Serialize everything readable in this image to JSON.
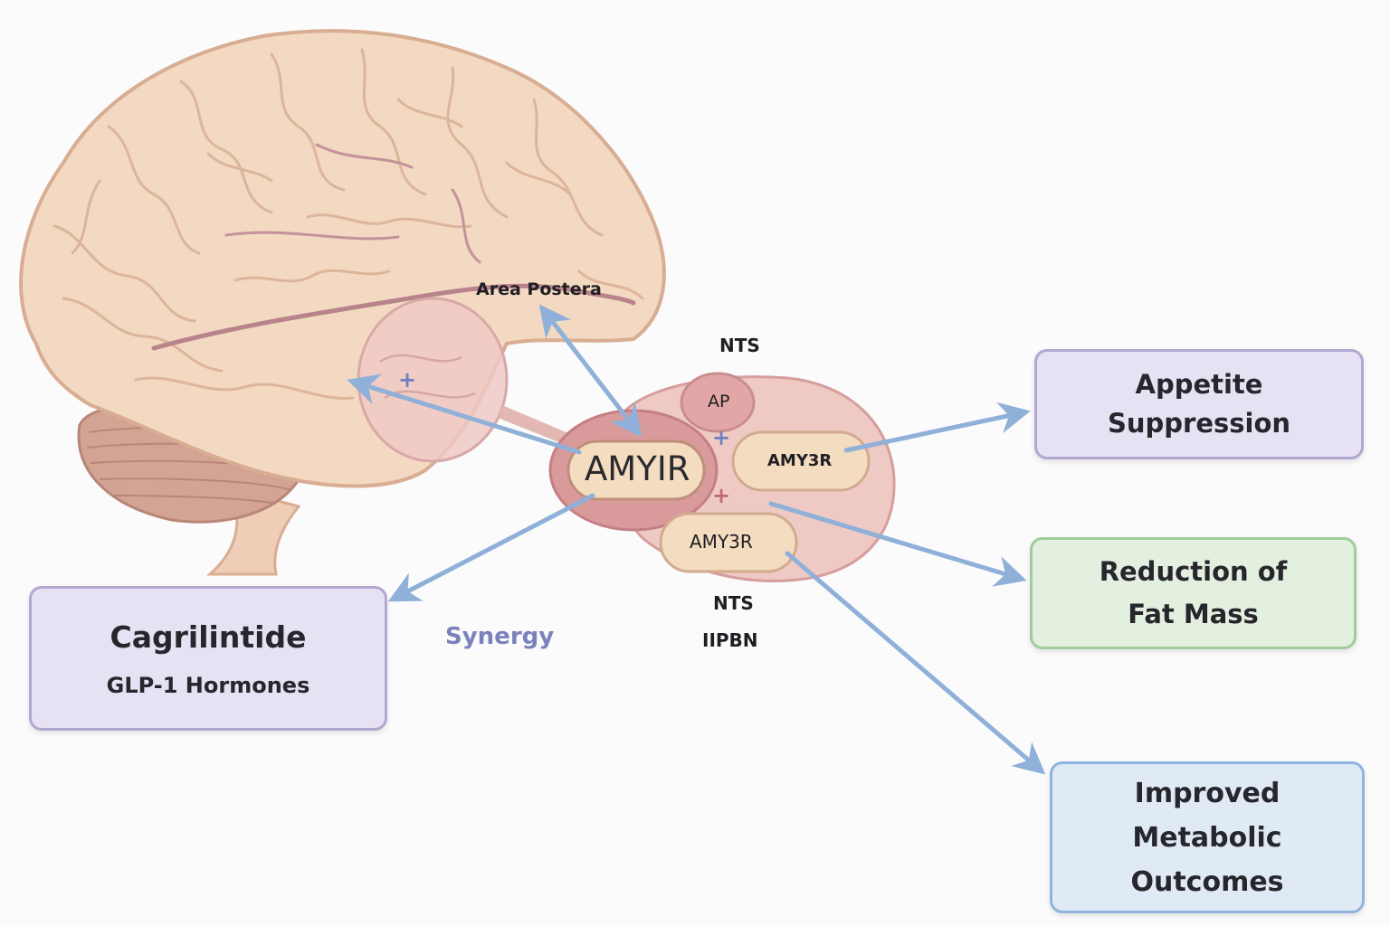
{
  "colors": {
    "brain_fill": "#f3d9c2",
    "brain_stroke": "#d8ad92",
    "brain_groove": "#b8838a",
    "cerebellum_fill": "#d3a394",
    "nucleus_fill": "#efc9c4",
    "amyir_outer": "#d99a9c",
    "capsule_fill": "#f3dcc0",
    "arrow_blue": "#8fb0d8",
    "synergy_text": "#7b82bb",
    "purple_box_fill": "#e7e2f3",
    "purple_box_border": "#b3a7d1",
    "green_box_fill": "#e3f0e0",
    "green_box_border": "#9fcc9a",
    "blue_box_fill": "#dfeaf5",
    "blue_box_border": "#8fb3dc"
  },
  "labels": {
    "area_postrema": "Area Postera",
    "nts_top": "NTS",
    "ap": "AP",
    "amyir": "AMYIR",
    "amy3r_upper": "AMY3R",
    "amy3r_lower": "AMY3R",
    "nts_bottom": "NTS",
    "iipbn": "IIPBN",
    "synergy": "Synergy",
    "plus": "+"
  },
  "boxes": {
    "cagrilintide": {
      "title": "Cagrilintide",
      "subtitle": "GLP-1 Hormones"
    },
    "appetite": {
      "line1": "Appetite",
      "line2": "Suppression"
    },
    "fat_mass": {
      "line1": "Reduction of",
      "line2": "Fat Mass"
    },
    "metabolic": {
      "line1": "Improved",
      "line2": "Metabolic",
      "line3": "Outcomes"
    }
  }
}
